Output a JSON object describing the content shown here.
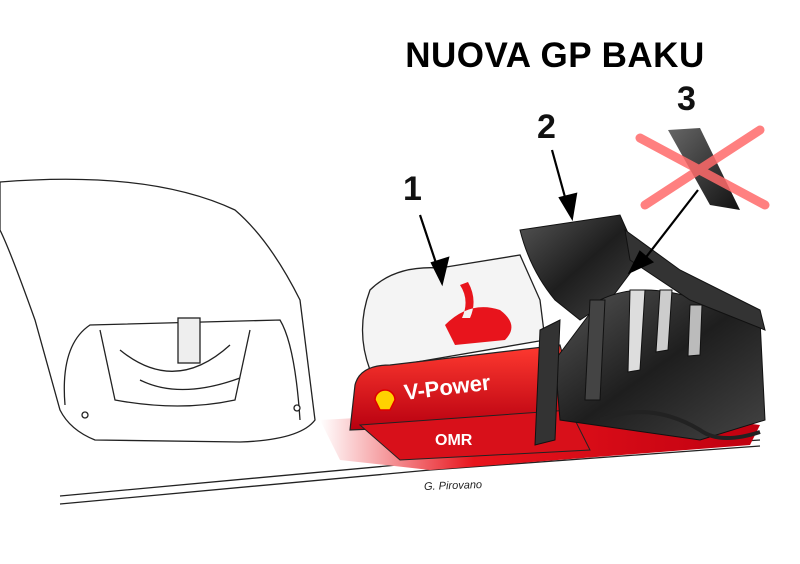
{
  "title": "NUOVA GP BAKU",
  "callouts": [
    {
      "label": "1"
    },
    {
      "label": "2"
    },
    {
      "label": "3"
    }
  ],
  "credit": "G. Pirovano",
  "logos": {
    "sponsor_text": "V-Power",
    "wing_logo": "OMR",
    "shell": "shell-logo"
  },
  "colors": {
    "ferrari_red": "#e1121b",
    "cross_red": "#ff6a6a",
    "wing_black": "#2a2a2a"
  }
}
